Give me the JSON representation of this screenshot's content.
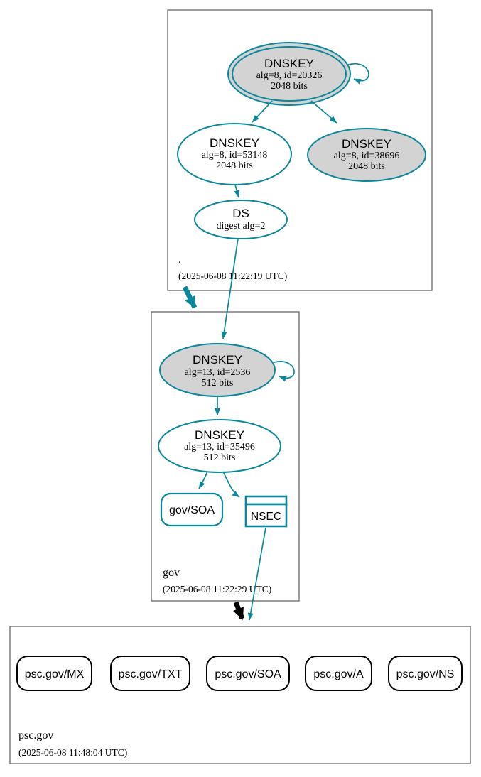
{
  "colors": {
    "secure_accent": "#0a879a",
    "key_fill": "#d3d3d3",
    "node_fill": "#ffffff",
    "zone_border": "#5b5b5b",
    "insecure_black": "#000000"
  },
  "zones": {
    "root": {
      "label": ".",
      "timestamp": "(2025-06-08 11:22:19 UTC)",
      "ksk": {
        "title": "DNSKEY",
        "detail": "alg=8, id=20326",
        "bits": "2048 bits"
      },
      "zsk": {
        "title": "DNSKEY",
        "detail": "alg=8, id=53148",
        "bits": "2048 bits"
      },
      "key38696": {
        "title": "DNSKEY",
        "detail": "alg=8, id=38696",
        "bits": "2048 bits"
      },
      "ds": {
        "title": "DS",
        "detail": "digest alg=2"
      }
    },
    "gov": {
      "label": "gov",
      "timestamp": "(2025-06-08 11:22:29 UTC)",
      "ksk": {
        "title": "DNSKEY",
        "detail": "alg=13, id=2536",
        "bits": "512 bits"
      },
      "zsk": {
        "title": "DNSKEY",
        "detail": "alg=13, id=35496",
        "bits": "512 bits"
      },
      "soa": {
        "label": "gov/SOA"
      },
      "nsec": {
        "label": "NSEC"
      }
    },
    "psc": {
      "label": "psc.gov",
      "timestamp": "(2025-06-08 11:48:04 UTC)",
      "records": [
        {
          "label": "psc.gov/MX"
        },
        {
          "label": "psc.gov/TXT"
        },
        {
          "label": "psc.gov/SOA"
        },
        {
          "label": "psc.gov/A"
        },
        {
          "label": "psc.gov/NS"
        }
      ]
    }
  }
}
